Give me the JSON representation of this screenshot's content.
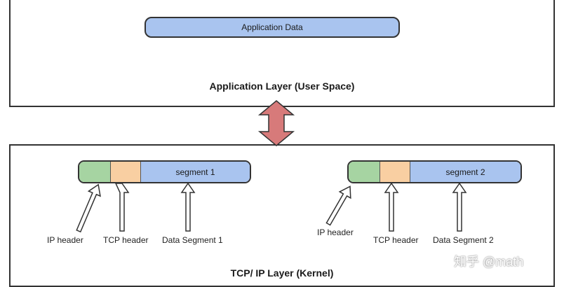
{
  "app_layer": {
    "data_label": "Application Data",
    "title": "Application Layer (User Space)"
  },
  "kernel_layer": {
    "title": "TCP/ IP Layer (Kernel)",
    "packets": [
      {
        "segment_label": "segment 1",
        "labels": {
          "ip": "IP header",
          "tcp": "TCP header",
          "data": "Data Segment 1"
        }
      },
      {
        "segment_label": "segment 2",
        "labels": {
          "ip": "IP header",
          "tcp": "TCP header",
          "data": "Data Segment 2"
        }
      }
    ]
  },
  "colors": {
    "data_blue": "#a9c4ef",
    "ip_green": "#a6d4a2",
    "tcp_orange": "#f9cfa2",
    "double_arrow": "#d77a7a"
  },
  "watermark": "知乎 @math"
}
